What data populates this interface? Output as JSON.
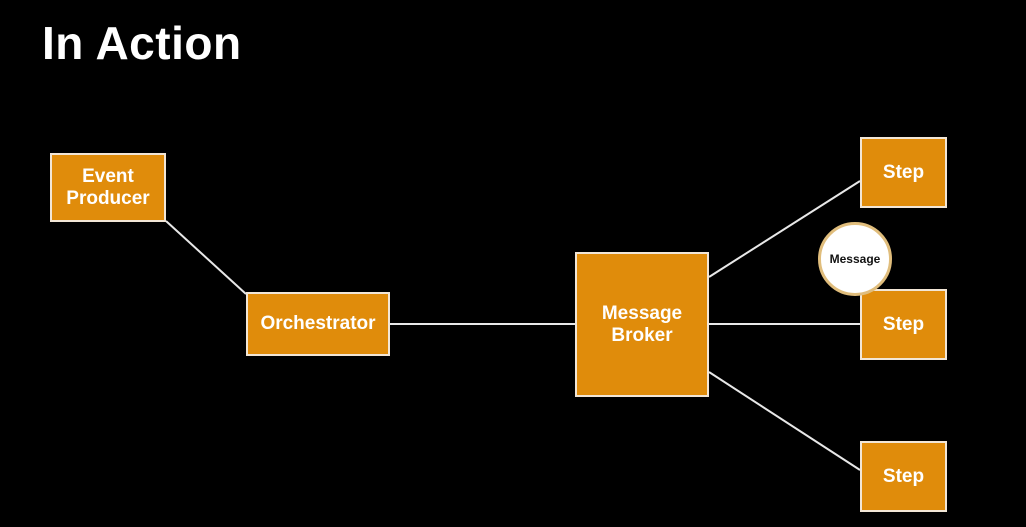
{
  "title": "In Action",
  "colors": {
    "background": "#000000",
    "node_fill": "#e08c0b",
    "node_border": "#f2e6d6",
    "connector": "#e8e8e8",
    "bubble_fill": "#ffffff",
    "bubble_border": "#e0bd7c"
  },
  "nodes": {
    "event_producer": "Event\nProducer",
    "orchestrator": "Orchestrator",
    "message_broker": "Message\nBroker",
    "steps": [
      "Step",
      "Step",
      "Step"
    ]
  },
  "message_bubble": "Message",
  "edges": [
    [
      "event_producer",
      "orchestrator"
    ],
    [
      "orchestrator",
      "message_broker"
    ],
    [
      "message_broker",
      "step_1"
    ],
    [
      "message_broker",
      "step_2"
    ],
    [
      "message_broker",
      "step_3"
    ]
  ]
}
